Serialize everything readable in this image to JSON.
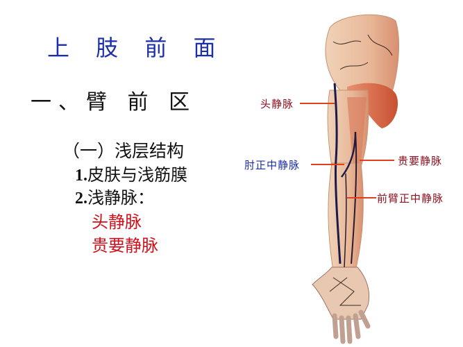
{
  "slide": {
    "title": "上 肢 前 面",
    "section": "一、臂 前 区",
    "subsection": "（一）浅层结构",
    "items": [
      {
        "num": "1.",
        "text": "皮肤与浅筋膜"
      },
      {
        "num": "2.",
        "text": "浅静脉："
      }
    ],
    "veins": [
      "头静脉",
      "贵要静脉"
    ]
  },
  "figure": {
    "labels": [
      {
        "text": "头静脉",
        "color": "#8a1020"
      },
      {
        "text": "肘正中静脉",
        "color": "#1a2fa8"
      },
      {
        "text": "贵要静脉",
        "color": "#8a1020"
      },
      {
        "text": "前臂正中静脉",
        "color": "#8a1020"
      }
    ]
  }
}
